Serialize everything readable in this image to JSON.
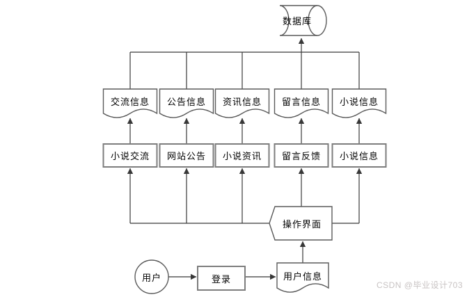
{
  "diagram": {
    "database": {
      "label": "数据库"
    },
    "info_stores": [
      {
        "label": "交流信息"
      },
      {
        "label": "公告信息"
      },
      {
        "label": "资讯信息"
      },
      {
        "label": "留言信息"
      },
      {
        "label": "小说信息"
      }
    ],
    "modules": [
      {
        "label": "小说交流"
      },
      {
        "label": "网站公告"
      },
      {
        "label": "小说资讯"
      },
      {
        "label": "留言反馈"
      },
      {
        "label": "小说信息"
      }
    ],
    "interface": {
      "label": "操作界面"
    },
    "user": {
      "label": "用户"
    },
    "login": {
      "label": "登录"
    },
    "user_info": {
      "label": "用户信息"
    }
  },
  "watermark": {
    "text": "CSDN @毕业设计703"
  },
  "colors": {
    "background": "#ffffff",
    "shape_fill": "#ffffff",
    "document_border": "#5a5a5a",
    "rectangle_border": "#7d7d7d",
    "connector": "#383838",
    "text": "#000000",
    "watermark": "#c8c3c3"
  }
}
